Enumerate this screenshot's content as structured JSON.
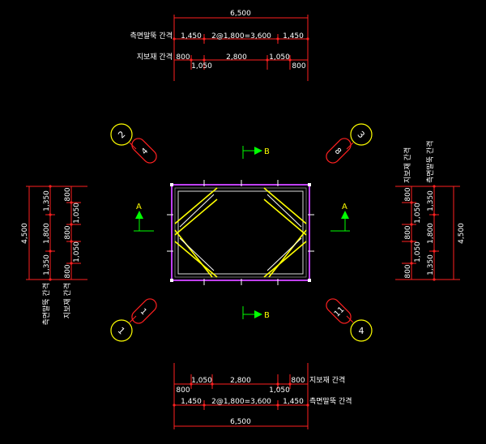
{
  "top": {
    "total": "6,500",
    "side_pile_label": "측면말뚝 간격",
    "side_pile_values": [
      "1,450",
      "2@1,800=3,600",
      "1,450"
    ],
    "support_label": "지보재 간격",
    "support_values_upper": [
      "800",
      "2,800",
      "1,050"
    ],
    "support_values_lower": [
      "1,050",
      "800"
    ]
  },
  "bottom": {
    "total": "6,500",
    "side_pile_label": "측면말뚝 간격",
    "side_pile_values": [
      "1,450",
      "2@1,800=3,600",
      "1,450"
    ],
    "support_label": "지보재 간격",
    "support_values_upper": [
      "1,050",
      "2,800",
      "800"
    ],
    "support_values_lower": [
      "800",
      "1,050"
    ]
  },
  "left": {
    "total": "4,500",
    "side_pile_label": "측면말뚝 간격",
    "side_pile_values": [
      "1,350",
      "1,800",
      "1,350"
    ],
    "support_label": "지보재 간격",
    "support_values": [
      "800",
      "1,050",
      "800",
      "1,050",
      "800"
    ]
  },
  "right": {
    "total": "4,500",
    "side_pile_label": "측면말뚝 간격",
    "side_pile_values": [
      "1,350",
      "1,800",
      "1,350"
    ],
    "support_label": "지보재 간격",
    "support_values": [
      "800",
      "1,050",
      "800",
      "1,050",
      "800"
    ]
  },
  "sections": {
    "a": "A",
    "b": "B"
  },
  "markers": {
    "tl": {
      "circle": "2",
      "pill": "4"
    },
    "tr": {
      "circle": "3",
      "pill": "8"
    },
    "bl": {
      "circle": "1",
      "pill": "1"
    },
    "br": {
      "circle": "4",
      "pill": "11"
    }
  },
  "colors": {
    "dimension": "#ff2020",
    "wall": "#c040ff",
    "strut": "#ffff00",
    "marker": "#ffff00",
    "text": "#ffffff",
    "section_arrow": "#00ff00"
  }
}
